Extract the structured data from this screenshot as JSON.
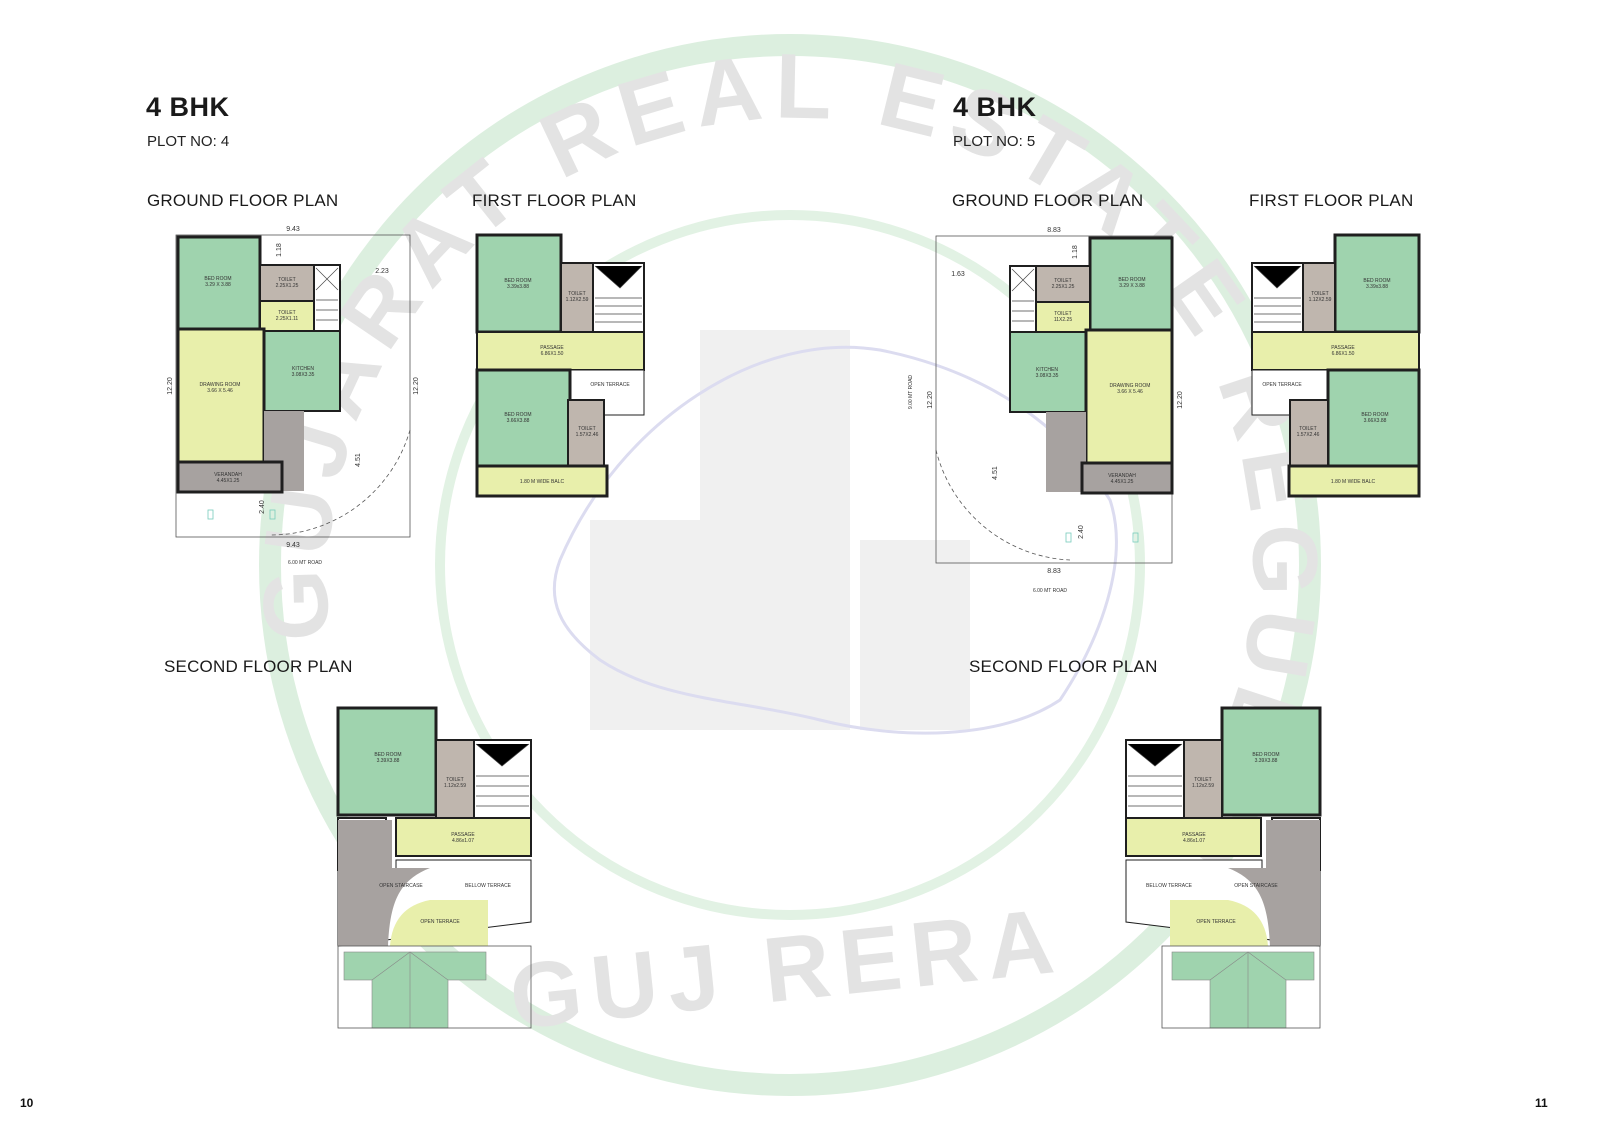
{
  "watermark": {
    "ring_text": "GUJARAT REAL ESTATE REGULATORY AUTHORITY",
    "bottom_text": "GUJ RERA"
  },
  "colors": {
    "bedroom": "#9fd3ae",
    "toilet": "#bfb6ae",
    "kitchen": "#9fd3ae",
    "drawing": "#e8efab",
    "passage": "#e8efab",
    "grey": "#a7a2a0",
    "wall": "#1f1f1f",
    "watermark": "#d3ead6"
  },
  "left": {
    "bhk": "4 BHK",
    "plot": "PLOT NO: 4",
    "ground_label": "GROUND FLOOR PLAN",
    "first_label": "FIRST FLOOR PLAN",
    "second_label": "SECOND FLOOR PLAN",
    "ground": {
      "dim_top": "9.43",
      "dim_bottom": "9.43",
      "dim_left": "12.20",
      "dim_right": "12.20",
      "dim_1": "1.18",
      "dim_2": "2.23",
      "dim_3": "4.51",
      "dim_4": "2.40",
      "road": "6.00 MT ROAD",
      "bedroom": [
        "BED ROOM",
        "3.29 X 3.88"
      ],
      "toilet1": [
        "TOILET",
        "2.25X1.25"
      ],
      "toilet2": [
        "TOILET",
        "2.25X1.11"
      ],
      "kitchen": [
        "KITCHEN",
        "3.08X3.35"
      ],
      "drawing": [
        "DRAWING ROOM",
        "3.66 X 5.46"
      ],
      "verandah": [
        "VERANDAH",
        "4.45X1.25"
      ]
    },
    "first": {
      "bed1": [
        "BED ROOM",
        "3.39x3.88"
      ],
      "toilet1": [
        "TOILET",
        "1.12X2.59"
      ],
      "passage": [
        "PASSAGE",
        "6.86X1.50"
      ],
      "terrace": "OPEN TERRACE",
      "bed2": [
        "BED ROOM",
        "3.66X3.88"
      ],
      "toilet2": [
        "TOILET",
        "1.57X2.46"
      ],
      "balc": "1.80 M WIDE BALC"
    },
    "second": {
      "bed": [
        "BED ROOM",
        "3.39X3.88"
      ],
      "toilet": [
        "TOILET",
        "1.12x2.59"
      ],
      "passage": [
        "PASSAGE",
        "4.86x1.07"
      ],
      "open_stair": "OPEN STAIRCASE",
      "bellow": "BELLOW TERRACE",
      "terrace": "OPEN TERRACE"
    }
  },
  "right": {
    "bhk": "4 BHK",
    "plot": "PLOT NO: 5",
    "ground_label": "GROUND FLOOR PLAN",
    "first_label": "FIRST FLOOR PLAN",
    "second_label": "SECOND FLOOR PLAN",
    "ground": {
      "dim_top": "8.83",
      "dim_bottom": "8.83",
      "dim_left": "12.20",
      "dim_right": "12.20",
      "dim_1": "1.18",
      "dim_2": "1.63",
      "dim_3": "4.51",
      "dim_4": "2.40",
      "road_side": "9.00 MT ROAD",
      "road": "6.00 MT ROAD",
      "bedroom": [
        "BED ROOM",
        "3.29 X 3.88"
      ],
      "toilet1": [
        "TOILET",
        "2.25X1.25"
      ],
      "toilet2": [
        "TOILET",
        "11X2.25"
      ],
      "kitchen": [
        "KITCHEN",
        "3.08X3.35"
      ],
      "drawing": [
        "DRAWING ROOM",
        "3.66 X 5.46"
      ],
      "verandah": [
        "VERANDAH",
        "4.45X1.25"
      ]
    },
    "first": {
      "bed1": [
        "BED ROOM",
        "3.39x3.88"
      ],
      "toilet1": [
        "TOILET",
        "1.12X2.59"
      ],
      "passage": [
        "PASSAGE",
        "6.86X1.50"
      ],
      "terrace": "OPEN TERRACE",
      "bed2": [
        "BED ROOM",
        "3.66X3.88"
      ],
      "toilet2": [
        "TOILET",
        "1.57X2.46"
      ],
      "balc": "1.80 M WIDE BALC"
    },
    "second": {
      "bed": [
        "BED ROOM",
        "3.39X3.88"
      ],
      "toilet": [
        "TOILET",
        "1.12x2.59"
      ],
      "passage": [
        "PASSAGE",
        "4.86x1.07"
      ],
      "open_stair": "OPEN STAIRCASE",
      "bellow": "BELLOW TERRACE",
      "terrace": "OPEN TERRACE"
    }
  },
  "page_numbers": {
    "left": "10",
    "right": "11"
  }
}
